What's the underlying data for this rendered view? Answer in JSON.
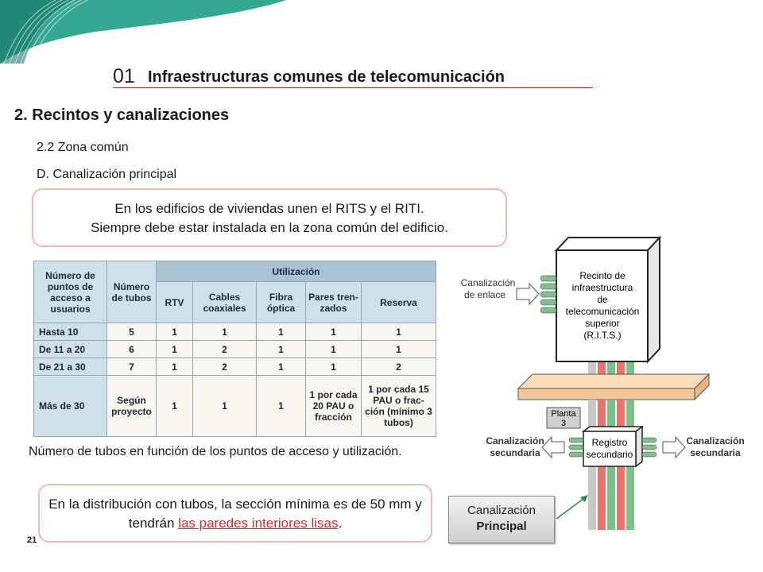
{
  "header": {
    "chapter_number": "01",
    "chapter_title": "Infraestructuras comunes de telecomunicación"
  },
  "section": {
    "title": "2. Recintos y canalizaciones",
    "subsection": "2.2 Zona común",
    "topic": "D. Canalización principal"
  },
  "callout_top": {
    "line1": "En los edificios de viviendas unen el RITS y el RITI.",
    "line2": "Siempre debe estar instalada en la zona común del edificio."
  },
  "table": {
    "header_col1": "Número de puntos de acceso a usuarios",
    "header_col2": "Número de tubos",
    "header_group": "Utilización",
    "sub_headers": [
      "RTV",
      "Cables coaxiales",
      "Fibra óptica",
      "Pares tren- zados",
      "Reserva"
    ],
    "rows": [
      [
        "Hasta 10",
        "5",
        "1",
        "1",
        "1",
        "1",
        "1"
      ],
      [
        "De 11 a 20",
        "6",
        "1",
        "2",
        "1",
        "1",
        "1"
      ],
      [
        "De 21 a 30",
        "7",
        "1",
        "2",
        "1",
        "1",
        "2"
      ],
      [
        "Más de 30",
        "Según proyecto",
        "1",
        "1",
        "1",
        "1 por cada 20 PAU o fracción",
        "1 por cada 15 PAU o frac- ción (mínimo 3 tubos)"
      ]
    ]
  },
  "caption": "Número de tubos en función de los puntos de acceso y utilización.",
  "callout_bottom": {
    "text_before": "En la distribución con tubos, la sección mínima es de 50 mm y tendrán ",
    "link_text": "las paredes interiores lisas",
    "text_after": "."
  },
  "diagram": {
    "label_enlace_1": "Canalización",
    "label_enlace_2": "de enlace",
    "rits_lines": [
      "Recinto de",
      "infraestructura",
      "de",
      "telecomunicación",
      "superior",
      "(R.I.T.S.)"
    ],
    "planta_1": "Planta",
    "planta_2": "3",
    "registro_1": "Registro",
    "registro_2": "secundario",
    "sec_left_1": "Canalización",
    "sec_left_2": "secundaria",
    "sec_right_1": "Canalización",
    "sec_right_2": "secundaria",
    "colors": {
      "tube_red": "#e8746a",
      "tube_green": "#7fbf8a",
      "tube_grey": "#c9c9c9",
      "floor": "#f4c79a"
    }
  },
  "principal_button": {
    "line1": "Canalización",
    "line2": "Principal"
  },
  "page_number": "21"
}
